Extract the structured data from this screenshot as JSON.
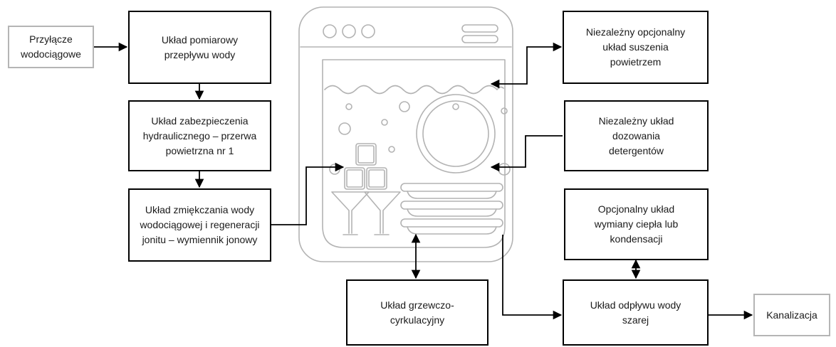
{
  "boxes": {
    "przylacze": "Przyłącze wodociągowe",
    "pomiarowy": "Układ pomiarowy przepływu wody",
    "zabezpieczenia": "Układ zabezpieczenia hydraulicznego – przerwa powietrzna nr 1",
    "zmiekczania": "Układ zmiękczania wody wodociągowej i regeneracji jonitu – wymiennik jonowy",
    "suszenia": "Niezależny opcjonalny układ suszenia powietrzem",
    "dozowania": "Niezależny układ dozowania detergentów",
    "wymiany": "Opcjonalny układ wymiany ciepła lub kondensacji",
    "grzewczo": "Układ grzewczo-cyrkulacyjny",
    "odplywu": "Układ odpływu wody szarej",
    "kanalizacja": "Kanalizacja"
  },
  "colors": {
    "box_border": "#000000",
    "light_border": "#b5b5b5",
    "illustration": "#b0b0b0",
    "arrow": "#000000"
  },
  "illustration": "dishwasher-icon"
}
